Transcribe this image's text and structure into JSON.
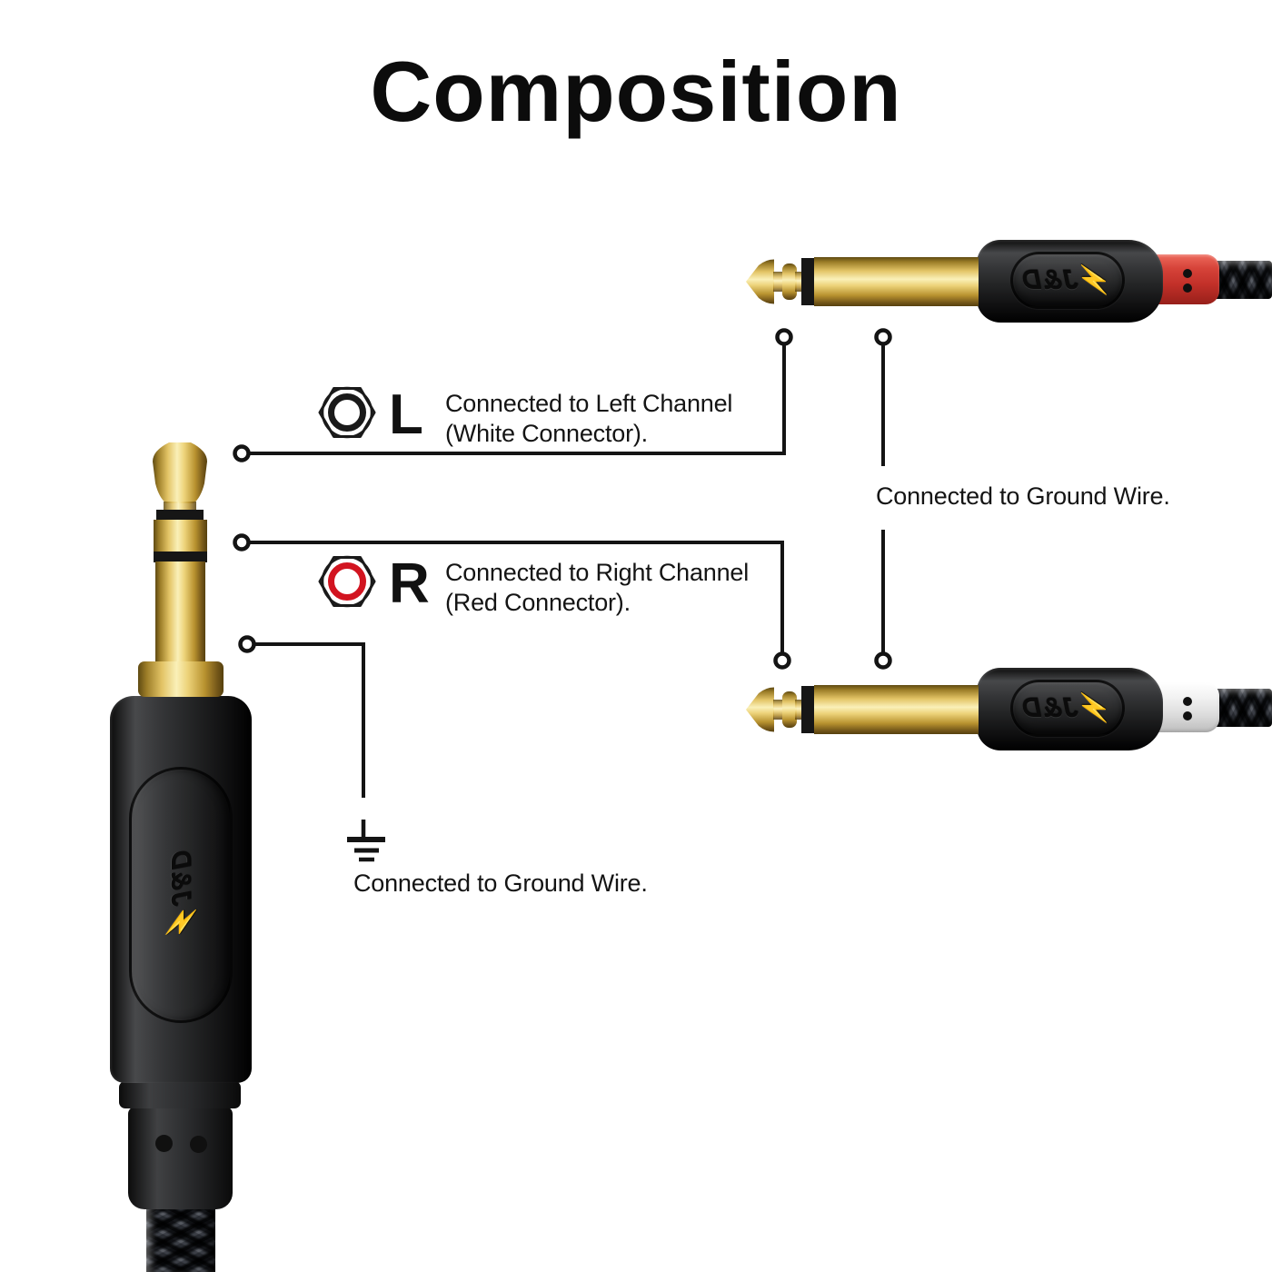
{
  "title": "Composition",
  "brand": {
    "bolt": "⚡",
    "logo": "J&D"
  },
  "annotations": {
    "left_channel": {
      "letter": "L",
      "line1": "Connected to Left Channel",
      "line2": "(White Connector).",
      "ring_color": "#1a1a1a"
    },
    "right_channel": {
      "letter": "R",
      "line1": "Connected to Right Channel",
      "line2": "(Red Connector).",
      "ring_color": "#d21420"
    },
    "ground_right": {
      "text": "Connected to Ground Wire."
    },
    "ground_left": {
      "text": "Connected to Ground Wire."
    }
  },
  "colors": {
    "line_black": "#141414",
    "icon_red_ring": "#d21420",
    "boot_red": "#c23029",
    "boot_white": "#ededed",
    "connector_gold": "#e8cd74",
    "plug_body_black": "#1c1d1e"
  }
}
